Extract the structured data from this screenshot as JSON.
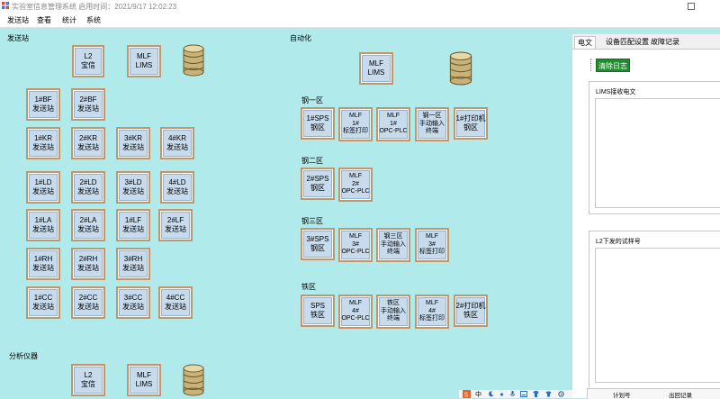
{
  "window": {
    "title": "实验室信息管理系统   启用时间：2021/9/17 12:02:23"
  },
  "menu": [
    "发送站",
    "查看",
    "统计",
    "系统"
  ],
  "left_sections": {
    "send_station": "发送站",
    "analysis": "分析仪器"
  },
  "send_top": {
    "l2": [
      "L2",
      "宝信"
    ],
    "mlf": [
      "MLF",
      "LIMS"
    ]
  },
  "rows": {
    "bf": [
      [
        "1#BF",
        "发送站"
      ],
      [
        "2#BF",
        "发送站"
      ]
    ],
    "kr": [
      [
        "1#KR",
        "发送站"
      ],
      [
        "2#KR",
        "发送站"
      ],
      [
        "3#KR",
        "发送站"
      ],
      [
        "4#KR",
        "发送站"
      ]
    ],
    "ld": [
      [
        "1#LD",
        "发送站"
      ],
      [
        "2#LD",
        "发送站"
      ],
      [
        "3#LD",
        "发送站"
      ],
      [
        "4#LD",
        "发送站"
      ]
    ],
    "la": [
      [
        "1#LA",
        "发送站"
      ],
      [
        "2#LA",
        "发送站"
      ],
      [
        "1#LF",
        "发送站"
      ],
      [
        "2#LF",
        "发送站"
      ]
    ],
    "rh": [
      [
        "1#RH",
        "发送站"
      ],
      [
        "2#RH",
        "发送站"
      ],
      [
        "3#RH",
        "发送站"
      ]
    ],
    "cc": [
      [
        "1#CC",
        "发送站"
      ],
      [
        "2#CC",
        "发送站"
      ],
      [
        "3#CC",
        "发送站"
      ],
      [
        "4#CC",
        "发送站"
      ]
    ]
  },
  "analysis": {
    "l2": [
      "L2",
      "宝信"
    ],
    "mlf": [
      "MLF",
      "LIMS"
    ]
  },
  "automation": {
    "title": "自动化",
    "mlf": [
      "MLF",
      "LIMS"
    ],
    "steel1": {
      "label": "钢一区",
      "buttons": [
        [
          "1#SPS",
          "钢区"
        ],
        [
          "MLF",
          "1#",
          "标签打印"
        ],
        [
          "MLF",
          "1#",
          "OPC-PLC"
        ],
        [
          "钢一区",
          "手动输入",
          "终端"
        ],
        [
          "1#打印机",
          "钢区"
        ]
      ]
    },
    "steel2": {
      "label": "钢二区",
      "buttons": [
        [
          "2#SPS",
          "钢区"
        ],
        [
          "MLF",
          "2#",
          "OPC-PLC"
        ]
      ]
    },
    "steel3": {
      "label": "钢三区",
      "buttons": [
        [
          "3#SPS",
          "钢区"
        ],
        [
          "MLF",
          "3#",
          "OPC-PLC"
        ],
        [
          "钢三区",
          "手动输入",
          "终端"
        ],
        [
          "MLF",
          "3#",
          "标签打印"
        ]
      ]
    },
    "iron": {
      "label": "铁区",
      "buttons": [
        [
          "SPS",
          "铁区"
        ],
        [
          "MLF",
          "4#",
          "OPC-PLC"
        ],
        [
          "铁区",
          "手动输入",
          "终端"
        ],
        [
          "MLF",
          "4#",
          "标签打印"
        ],
        [
          "2#打印机",
          "铁区"
        ]
      ]
    }
  },
  "right_panel": {
    "tabs": [
      "电文",
      "设备匹配设置",
      "故障记录"
    ],
    "clear_button": "清除日志",
    "lims_group": "LIMS接收电文",
    "l2_group": "L2下发的试样号",
    "grid_headers": [
      "计划号",
      "出回记录"
    ]
  },
  "taskbar": {
    "ime": "中"
  },
  "colors": {
    "background": "#b1eaea",
    "button_fill": "#c7dbec",
    "button_border": "#c4956a",
    "clear_button": "#218b2f"
  },
  "icons": [
    "app-icon",
    "database-icon"
  ]
}
